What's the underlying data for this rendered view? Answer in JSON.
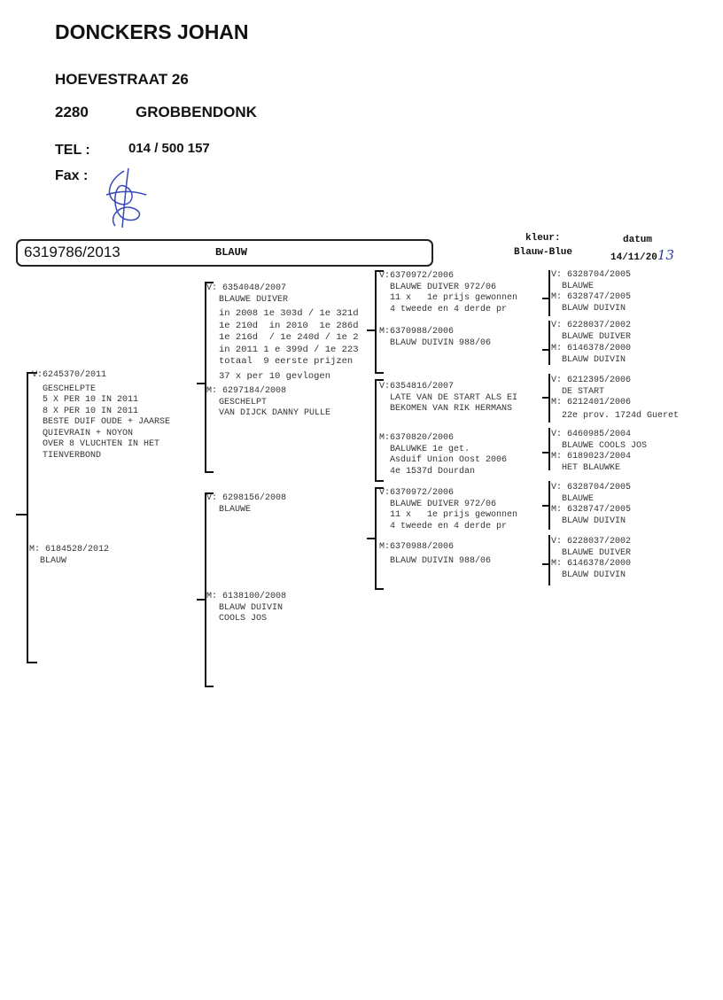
{
  "owner": {
    "name": "DONCKERS JOHAN",
    "street": "HOEVESTRAAT 26",
    "postcode": "2280",
    "city": "GROBBENDONK",
    "tel_label": "TEL :",
    "tel": "014 / 500 157",
    "fax_label": "Fax :"
  },
  "pigeon": {
    "ring": "6319786/2013",
    "name": "BLAUW",
    "color_label": "kleur:",
    "color": "Blauw-Blue",
    "date_label": "datum",
    "date_printed": "14/11/20",
    "date_handwritten": "13"
  },
  "gen1": {
    "sire": {
      "ring": "V:6245370/2011",
      "lines": [
        "GESCHELPTE",
        "5 X PER 10 IN 2011",
        "8 X PER 10 IN 2011",
        "BESTE DUIF OUDE + JAARSE",
        "QUIEVRAIN + NOYON",
        "OVER 8 VLUCHTEN IN HET",
        "TIENVERBOND"
      ]
    },
    "dam": {
      "ring": "M: 6184528/2012",
      "lines": [
        "BLAUW"
      ]
    }
  },
  "gen2": {
    "ss": {
      "ring": "V: 6354048/2007",
      "lines": [
        "BLAUWE DUIVER",
        "in 2008 1e 303d / 1e 321d",
        "1e 210d  in 2010  1e 286d",
        "1e 216d  / 1e 240d / 1e 2",
        "in 2011 1 e 399d / 1e 223",
        "totaal  9 eerste prijzen",
        "37 x per 10 gevlogen"
      ]
    },
    "sd": {
      "ring": "M: 6297184/2008",
      "lines": [
        "GESCHELPT",
        "VAN DIJCK DANNY PULLE"
      ]
    },
    "ds": {
      "ring": "V: 6298156/2008",
      "lines": [
        "BLAUWE"
      ]
    },
    "dd": {
      "ring": "M: 6138100/2008",
      "lines": [
        "BLAUW DUIVIN",
        "COOLS JOS"
      ]
    }
  },
  "gen3": [
    {
      "ring": "V:6370972/2006",
      "lines": [
        "BLAUWE DUIVER 972/06",
        "11 x   1e prijs gewonnen",
        "4 tweede en 4 derde pr"
      ]
    },
    {
      "ring": "M:6370988/2006",
      "lines": [
        "BLAUW DUIVIN 988/06"
      ]
    },
    {
      "ring": "V:6354816/2007",
      "lines": [
        "LATE VAN DE START ALS EI",
        "BEKOMEN VAN RIK HERMANS"
      ]
    },
    {
      "ring": "M:6370820/2006",
      "lines": [
        "BALUWKE 1e get.",
        "Asduif Union Oost 2006",
        "4e 1537d Dourdan"
      ]
    },
    {
      "ring": "V:6370972/2006",
      "lines": [
        "BLAUWE DUIVER 972/06",
        "11 x   1e prijs gewonnen",
        "4 tweede en 4 derde pr"
      ]
    },
    {
      "ring": "M:6370988/2006",
      "lines": [
        "BLAUW DUIVIN 988/06"
      ]
    }
  ],
  "gen4": [
    {
      "ring": "V: 6328704/2005",
      "lines": [
        "BLAUWE"
      ]
    },
    {
      "ring": "M: 6328747/2005",
      "lines": [
        "BLAUW DUIVIN"
      ]
    },
    {
      "ring": "V: 6228037/2002",
      "lines": [
        "BLAUWE DUIVER"
      ]
    },
    {
      "ring": "M: 6146378/2000",
      "lines": [
        "BLAUW DUIVIN"
      ]
    },
    {
      "ring": "V: 6212395/2006",
      "lines": [
        "DE START"
      ]
    },
    {
      "ring": "M: 6212401/2006",
      "lines": [
        "22e prov. 1724d Gueret"
      ]
    },
    {
      "ring": "V: 6460985/2004",
      "lines": [
        "BLAUWE COOLS JOS"
      ]
    },
    {
      "ring": "M: 6189023/2004",
      "lines": [
        "HET BLAUWKE"
      ]
    },
    {
      "ring": "V: 6328704/2005",
      "lines": [
        "BLAUWE"
      ]
    },
    {
      "ring": "M: 6328747/2005",
      "lines": [
        "BLAUW DUIVIN"
      ]
    },
    {
      "ring": "V: 6228037/2002",
      "lines": [
        "BLAUWE DUIVER"
      ]
    },
    {
      "ring": "M: 6146378/2000",
      "lines": [
        "BLAUW DUIVIN"
      ]
    }
  ]
}
